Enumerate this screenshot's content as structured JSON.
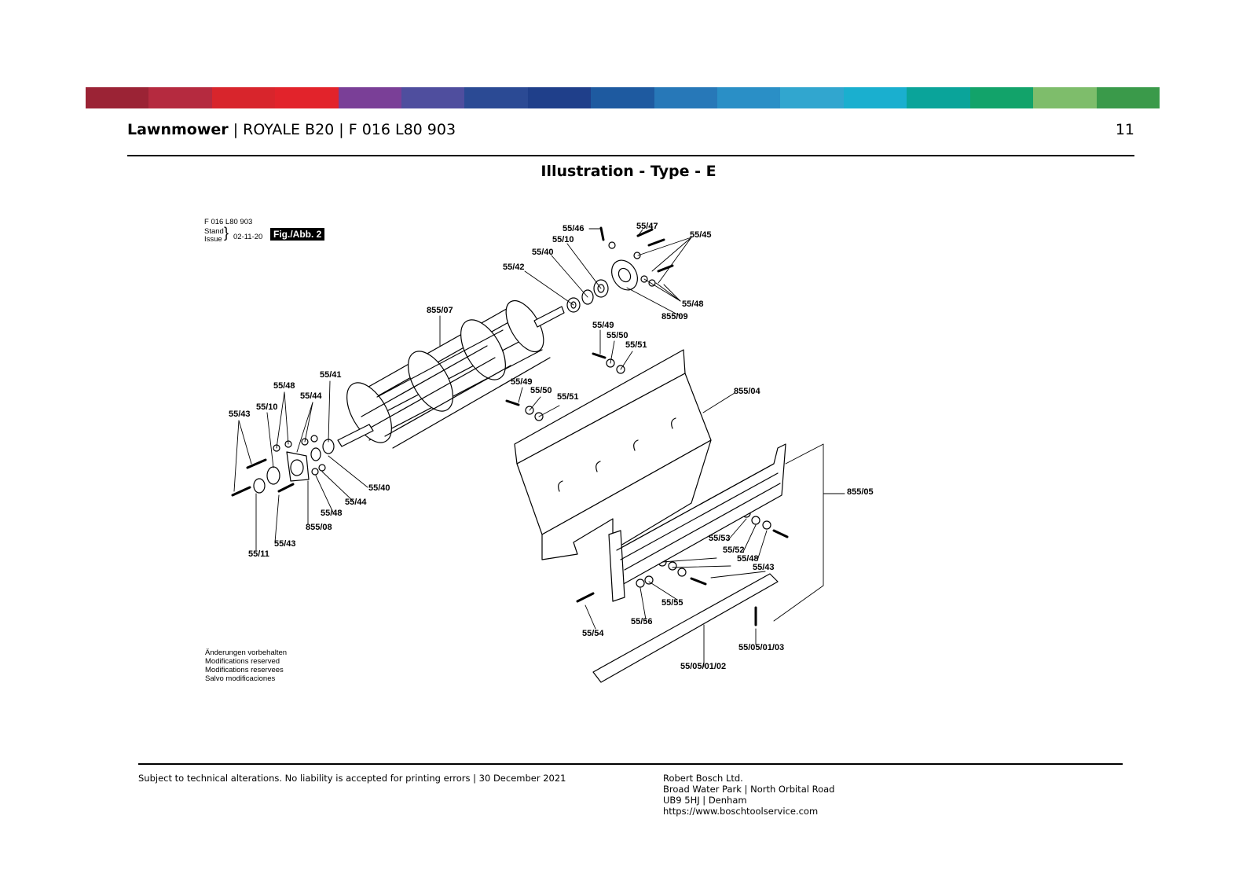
{
  "band_colors": [
    "#9b2335",
    "#b52a3f",
    "#d8252c",
    "#e2232b",
    "#7a3f97",
    "#4f4e9e",
    "#2b4a94",
    "#1f3f8a",
    "#1e5aa0",
    "#2778b8",
    "#2a8fc6",
    "#31a6cf",
    "#1aafcf",
    "#0aa49a",
    "#12a36a",
    "#7ebd6b",
    "#3a9a4a"
  ],
  "header": {
    "product": "Lawnmower",
    "model": "| ROYALE B20 | F 016 L80 903",
    "page_number": "11"
  },
  "illustration_title": "Illustration - Type - E",
  "figure": {
    "part_number": "F 016 L80 903",
    "stand_label": "Stand",
    "issue_label": "Issue",
    "date": "02-11-20",
    "fig_label": "Fig./Abb. 2",
    "modifications": [
      "Änderungen vorbehalten",
      "Modifications reserved",
      "Modifications reservees",
      "Salvo modificaciones"
    ],
    "callouts": [
      {
        "id": "c1",
        "text": "55/46"
      },
      {
        "id": "c2",
        "text": "55/47"
      },
      {
        "id": "c3",
        "text": "55/45"
      },
      {
        "id": "c4",
        "text": "55/10"
      },
      {
        "id": "c5",
        "text": "55/40"
      },
      {
        "id": "c6",
        "text": "55/42"
      },
      {
        "id": "c7",
        "text": "55/48"
      },
      {
        "id": "c8",
        "text": "855/09"
      },
      {
        "id": "c9",
        "text": "855/07"
      },
      {
        "id": "c10",
        "text": "55/49"
      },
      {
        "id": "c11",
        "text": "55/50"
      },
      {
        "id": "c12",
        "text": "55/51"
      },
      {
        "id": "c13",
        "text": "55/41"
      },
      {
        "id": "c14",
        "text": "55/48"
      },
      {
        "id": "c15",
        "text": "55/44"
      },
      {
        "id": "c16",
        "text": "55/10"
      },
      {
        "id": "c17",
        "text": "55/43"
      },
      {
        "id": "c18",
        "text": "55/49"
      },
      {
        "id": "c19",
        "text": "55/50"
      },
      {
        "id": "c20",
        "text": "55/51"
      },
      {
        "id": "c21",
        "text": "855/04"
      },
      {
        "id": "c22",
        "text": "55/40"
      },
      {
        "id": "c23",
        "text": "55/44"
      },
      {
        "id": "c24",
        "text": "55/48"
      },
      {
        "id": "c25",
        "text": "855/08"
      },
      {
        "id": "c26",
        "text": "55/43"
      },
      {
        "id": "c27",
        "text": "55/11"
      },
      {
        "id": "c28",
        "text": "855/05"
      },
      {
        "id": "c29",
        "text": "55/53"
      },
      {
        "id": "c30",
        "text": "55/52"
      },
      {
        "id": "c31",
        "text": "55/48"
      },
      {
        "id": "c32",
        "text": "55/43"
      },
      {
        "id": "c33",
        "text": "55/55"
      },
      {
        "id": "c34",
        "text": "55/56"
      },
      {
        "id": "c35",
        "text": "55/54"
      },
      {
        "id": "c36",
        "text": "55/05/01/03"
      },
      {
        "id": "c37",
        "text": "55/05/01/02"
      }
    ]
  },
  "footer": {
    "disclaimer": "Subject to technical alterations. No liability is accepted for printing errors | 30 December 2021",
    "address": [
      "Robert Bosch Ltd.",
      "Broad Water Park | North Orbital Road",
      "UB9 5HJ | Denham",
      "https://www.boschtoolservice.com"
    ]
  }
}
